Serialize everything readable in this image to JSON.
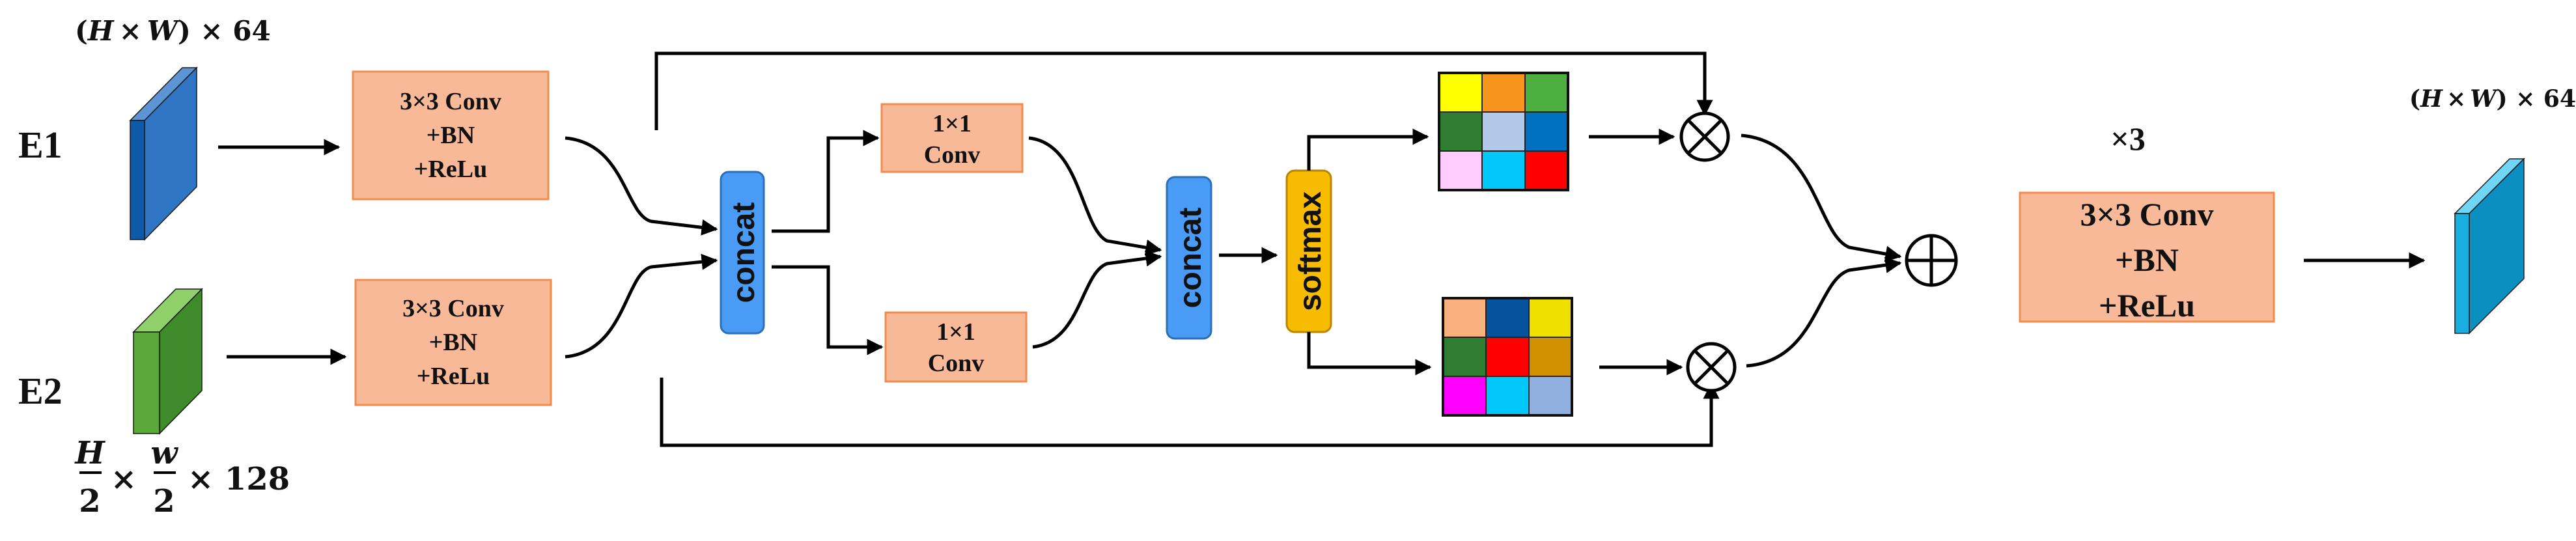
{
  "inputs": {
    "e1_label": "E1",
    "e2_label": "E2",
    "e1_dim": {
      "lead": "(",
      "h": "H",
      "times": "×",
      "w": "W",
      "tail": ") × 64"
    },
    "e2_dim": {
      "h": "H",
      "den_h": "2",
      "times1": "×",
      "w": "w",
      "den_w": "2",
      "tail": "× 128"
    }
  },
  "output": {
    "dim": {
      "lead": "(",
      "h": "H",
      "times": "×",
      "w": "W",
      "tail": ") × 64"
    },
    "repeat_label": "×3"
  },
  "blocks": {
    "conv3_top": [
      "3×3 Conv",
      "+BN",
      "+ReLu"
    ],
    "conv3_bottom": [
      "3×3 Conv",
      "+BN",
      "+ReLu"
    ],
    "conv1_top": [
      "1×1",
      "Conv"
    ],
    "conv1_bottom": [
      "1×1",
      "Conv"
    ],
    "concat1": "concat",
    "concat2": "concat",
    "softmax": "softmax",
    "conv3_final": [
      "3×3 Conv",
      "+BN",
      "+ReLu"
    ]
  },
  "colors": {
    "conv_fill": "#f8b999",
    "conv_stroke": "#f28b4d",
    "concat_fill": "#4a9bf5",
    "softmax_fill": "#f7bb00",
    "e1_front": "#0f5aa8",
    "e1_side": "#2f75c4",
    "e1_top": "#5c95d6",
    "e2_front": "#5aa839",
    "e2_side": "#3f8a2a",
    "e2_top": "#8fd06a",
    "out_front": "#1aaee0",
    "out_side": "#0a8fc0",
    "out_top": "#6fd6f3"
  },
  "grids": {
    "top": [
      "#ffff00",
      "#f7941d",
      "#4caf3f",
      "#2e7d32",
      "#b2c8e8",
      "#0070c0",
      "#ffccff",
      "#00c8f8",
      "#ff0000"
    ],
    "bottom": [
      "#f8b07c",
      "#07539b",
      "#f0e000",
      "#2e7d32",
      "#ff0000",
      "#d09000",
      "#ff00ff",
      "#00c8f8",
      "#8fb0e0"
    ]
  },
  "icons": {
    "multiply_top": "multiply-icon",
    "multiply_bottom": "multiply-icon",
    "add": "add-icon"
  }
}
